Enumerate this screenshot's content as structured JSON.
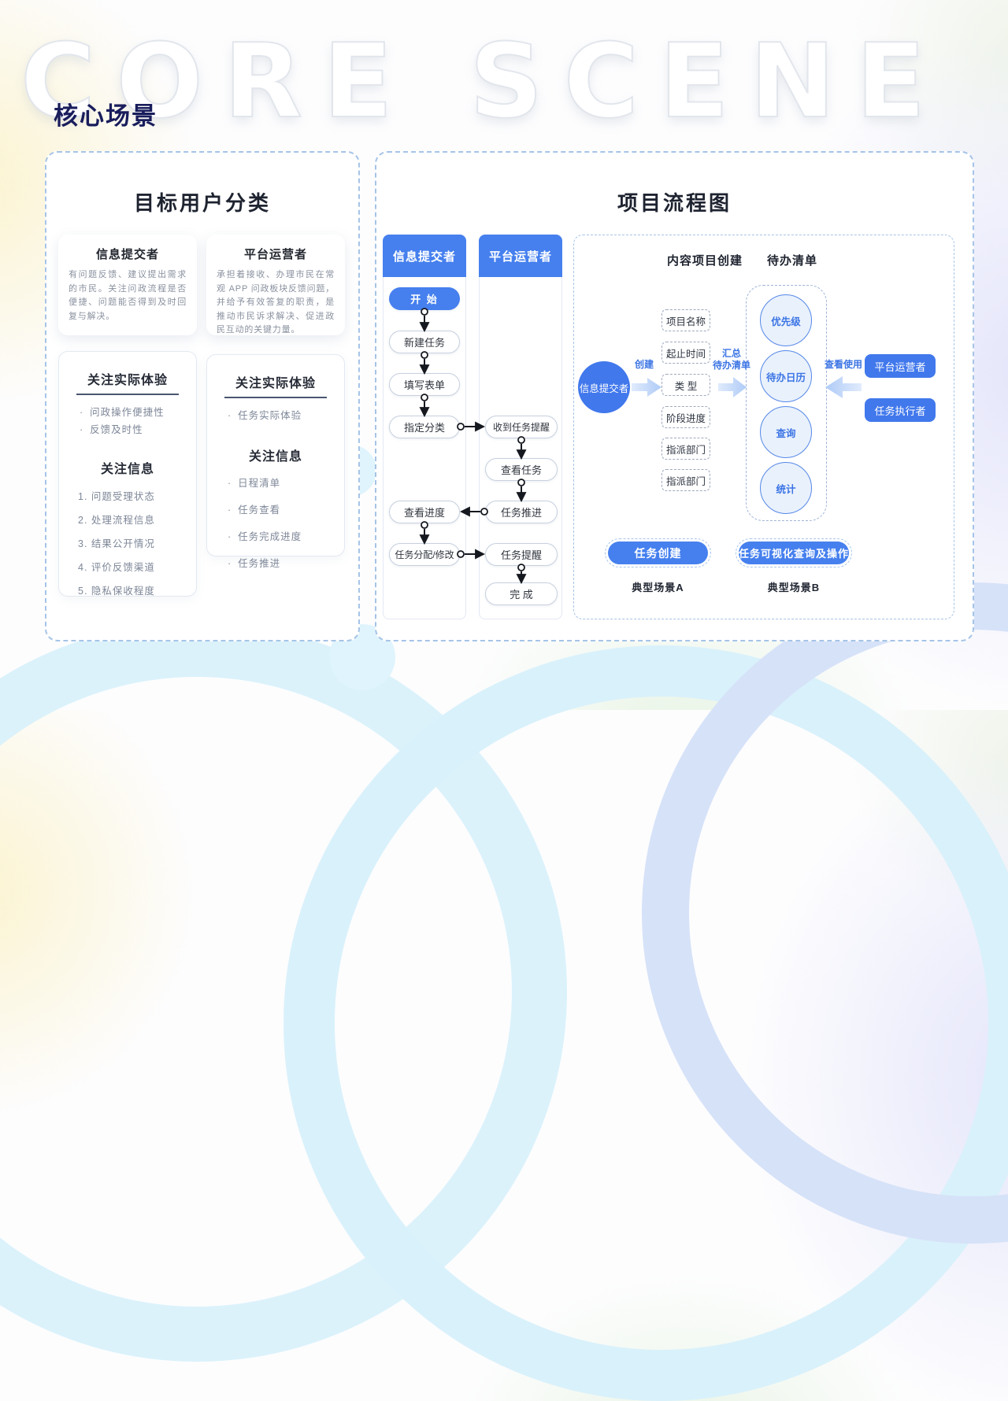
{
  "page": {
    "title": "核心场景",
    "watermark": "CORE SCENE"
  },
  "left_panel": {
    "title": "目标用户分类",
    "user_cards": [
      {
        "title": "信息提交者",
        "desc": "有问题反馈、建议提出需求的市民。关注问政流程是否便捷、问题能否得到及时回复与解决。"
      },
      {
        "title": "平台运营者",
        "desc": "承担着接收、办理市民在常观 APP 问政板块反馈问题，并给予有效答复的职责，是推动市民诉求解决、促进政民互动的关键力量。"
      }
    ],
    "detail_cards": [
      {
        "experience_title": "关注实际体验",
        "experience_items": [
          "问政操作便捷性",
          "反馈及时性"
        ],
        "info_title": "关注信息",
        "info_items": [
          "1. 问题受理状态",
          "2. 处理流程信息",
          "3. 结果公开情况",
          "4. 评价反馈渠道",
          "5. 隐私保收程度"
        ]
      },
      {
        "experience_title": "关注实际体验",
        "experience_items": [
          "任务实际体验"
        ],
        "info_title": "关注信息",
        "info_items": [
          "日程清单",
          "任务查看",
          "任务完成进度",
          "任务推进"
        ]
      }
    ]
  },
  "right_panel": {
    "title": "项目流程图",
    "lanes": [
      {
        "header": "信息提交者",
        "nodes": [
          "开 始",
          "新建任务",
          "填写表单",
          "指定分类",
          "查看进度",
          "任务分配/修改"
        ]
      },
      {
        "header": "平台运营者",
        "nodes": [
          "收到任务提醒",
          "查看任务",
          "任务推进",
          "任务提醒",
          "完 成"
        ]
      }
    ],
    "flow": {
      "col1_title": "内容项目创建",
      "col2_title": "待办清单",
      "actor": "信息提交者",
      "create_label": "创建",
      "fields": [
        "项目名称",
        "起止时间",
        "类 型",
        "阶段进度",
        "指派部门",
        "指派部门"
      ],
      "summary_line1": "汇总",
      "summary_line2": "待办清单",
      "todo_items": [
        "优先级",
        "待办日历",
        "查询",
        "统计"
      ],
      "view_label": "查看使用",
      "right_actors": [
        "平台运营者",
        "任务执行者"
      ],
      "scenario_a": {
        "button": "任务创建",
        "label": "典型场景A"
      },
      "scenario_b": {
        "button": "任务可视化查询及操作",
        "label": "典型场景B"
      }
    }
  },
  "colors": {
    "primary_blue": "#4680EE",
    "accent_text_blue": "#3B74E4",
    "todo_circle_fill": "#E9F1FC",
    "dashed_border": "#A6C4E7",
    "title_navy": "#191D5C"
  }
}
